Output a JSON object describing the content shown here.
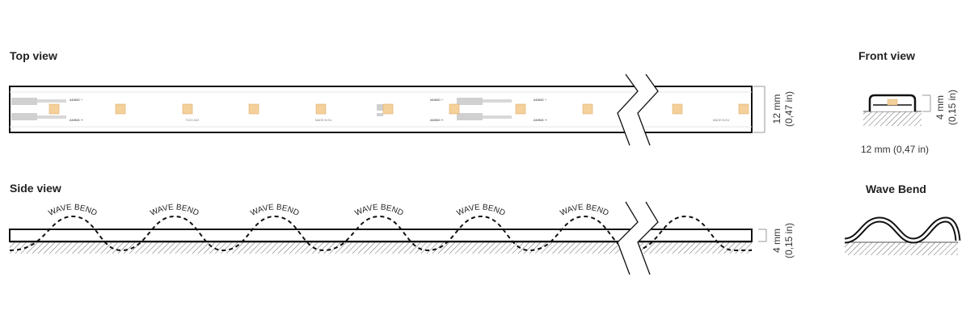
{
  "headings": {
    "top_view": "Top view",
    "side_view": "Side view",
    "front_view": "Front view",
    "wave_bend": "Wave Bend"
  },
  "dimensions": {
    "top_height_mm": "12 mm",
    "top_height_in": "(0,47 in)",
    "side_height_mm": "4 mm",
    "side_height_in": "(0,15 in)",
    "front_height_mm": "4 mm",
    "front_height_in": "(0,15 in)",
    "front_width": "12 mm (0,47 in)"
  },
  "strip_labels": {
    "plus": "24VDC +",
    "minus": "24VDC −",
    "print_a": "FLEX-SAT",
    "print_b": "MADE IN EU"
  },
  "wave_label": "WAVE BEND",
  "colors": {
    "led": "#f4d09a",
    "led_border": "#e0b070",
    "line": "#111111",
    "pad": "#cfcfcf",
    "hatch": "#555555",
    "dim_line": "#888888"
  }
}
